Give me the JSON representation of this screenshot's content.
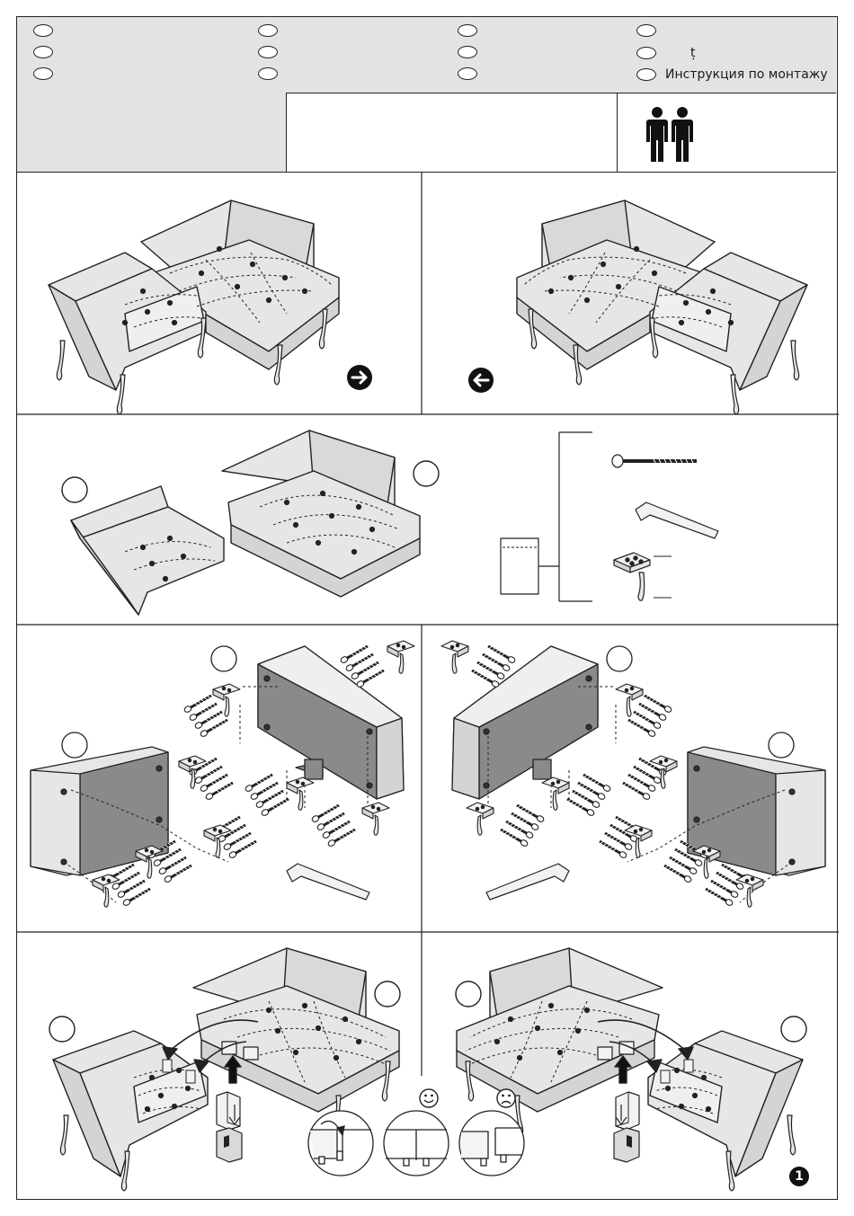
{
  "header": {
    "languages": [
      {
        "text": ""
      },
      {
        "text": ""
      },
      {
        "text": ""
      },
      {
        "text": ""
      },
      {
        "text": ""
      },
      {
        "text": ""
      },
      {
        "text": ""
      },
      {
        "text": "ț"
      },
      {
        "text": ""
      },
      {
        "text": ""
      },
      {
        "text": ""
      },
      {
        "text": "Инструкция по монтажу"
      }
    ]
  },
  "page_number": "1",
  "icons": {
    "people": "two-persons-icon",
    "arrow_right": "arrow-right-circle-icon",
    "arrow_left": "arrow-left-circle-icon",
    "happy": "happy-face-icon",
    "sad": "sad-face-icon"
  },
  "colors": {
    "band": "#e3e3e3",
    "sofa_fill": "#e6e6e6",
    "sofa_side": "#d4d4d4",
    "underside": "#8a8a8a",
    "line": "#222222"
  }
}
